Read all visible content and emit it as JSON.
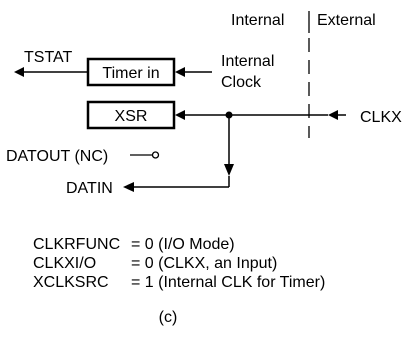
{
  "region_labels": {
    "internal": "Internal",
    "external": "External"
  },
  "signals": {
    "tstat": "TSTAT",
    "internal_clock_line1": "Internal",
    "internal_clock_line2": "Clock",
    "clkx": "CLKX",
    "datout": "DATOUT (NC)",
    "datin": "DATIN"
  },
  "blocks": {
    "timer_in": "Timer in",
    "xsr": "XSR"
  },
  "config": [
    {
      "name": "CLKRFUNC",
      "value": "= 0 (I/O Mode)"
    },
    {
      "name": "CLKXI/O",
      "value": "= 0 (CLKX, an Input)"
    },
    {
      "name": "XCLKSRC",
      "value": "= 1 (Internal CLK for Timer)"
    }
  ],
  "caption": "(c)"
}
